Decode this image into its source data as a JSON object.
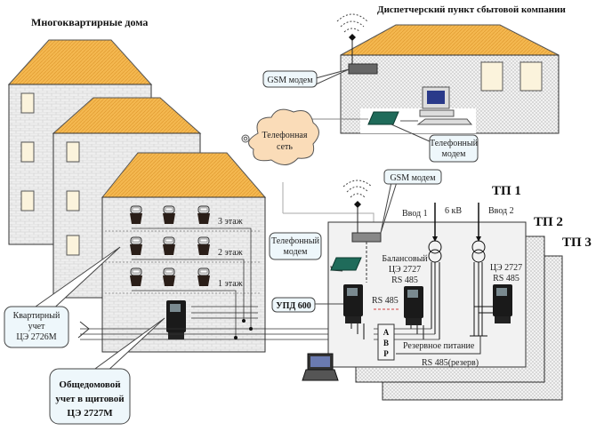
{
  "labels": {
    "houses_title": "Многоквартирные дома",
    "dispatch_title": "Диспетчерский пункт сбытовой компании",
    "gsm_modem_dispatch": "GSM модем",
    "phone_modem_dispatch": [
      "Телефонный",
      "модем"
    ],
    "phone_network": [
      "Телефонная",
      "сеть"
    ],
    "gsm_modem_tp": "GSM модем",
    "phone_modem_tp": [
      "Телефонный",
      "модем"
    ],
    "floors": [
      "3 этаж",
      "2 этаж",
      "1 этаж"
    ],
    "apartment_metering": [
      "Квартирный",
      "учет",
      "ЦЭ 2726М"
    ],
    "house_metering": [
      "Общедомовой",
      "учет в щитовой",
      "ЦЭ 2727М"
    ],
    "upd": "УПД 600",
    "input1": "Ввод 1",
    "voltage": "6 кВ",
    "input2": "Ввод 2",
    "balance_meter": [
      "Балансовый",
      "ЦЭ 2727",
      "RS 485"
    ],
    "meter2": [
      "ЦЭ 2727",
      "RS 485"
    ],
    "rs485": "RS 485",
    "avr": [
      "А",
      "В",
      "Р"
    ],
    "reserve_power": "Резервное питание",
    "rs485_reserve": "RS 485(резерв)",
    "tp1": "ТП 1",
    "tp2": "ТП 2",
    "tp3": "ТП 3"
  },
  "colors": {
    "roof": "#f4b850",
    "wall": "#ececec",
    "window": "#fbf3dc",
    "bubble": "#eef7fb",
    "cloud": "#fadcb8",
    "modem_green": "#1f6b5a",
    "rs485_dash": "#d04040"
  }
}
